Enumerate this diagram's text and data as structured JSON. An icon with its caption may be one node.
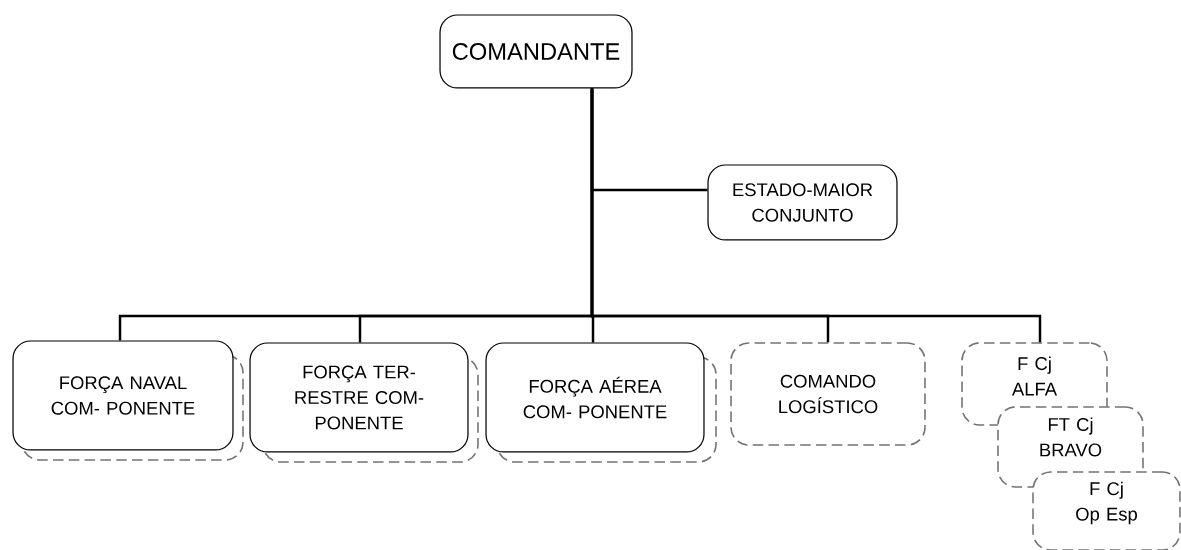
{
  "diagram": {
    "nodes": [
      {
        "text": [
          "COMANDANTE"
        ]
      },
      {
        "text": [
          "ESTADO-MAIOR CONJUNTO"
        ]
      },
      {
        "text": [
          "FORÇA NAVAL COM- PONENTE"
        ]
      },
      {
        "text": [
          "FORÇA TER- RESTRE COM- PONENTE"
        ]
      },
      {
        "text": [
          "FORÇA AÉREA COM- PONENTE"
        ]
      },
      {
        "text": [
          "COMANDO LOGÍSTICO"
        ]
      },
      {
        "text": [
          "F Cj ALFA"
        ]
      },
      {
        "text": [
          "FT Cj BRAVO"
        ]
      },
      {
        "text": [
          "F Cj Op Esp"
        ]
      }
    ],
    "edges": [
      {
        "from": 0,
        "to": 1,
        "arrow": "none"
      },
      {
        "from": 0,
        "to": 2,
        "arrow": "none"
      },
      {
        "from": 0,
        "to": 3,
        "arrow": "none"
      },
      {
        "from": 0,
        "to": 4,
        "arrow": "none"
      },
      {
        "from": 0,
        "to": 5,
        "arrow": "none"
      },
      {
        "from": 0,
        "to": 6,
        "arrow": "none"
      }
    ]
  }
}
